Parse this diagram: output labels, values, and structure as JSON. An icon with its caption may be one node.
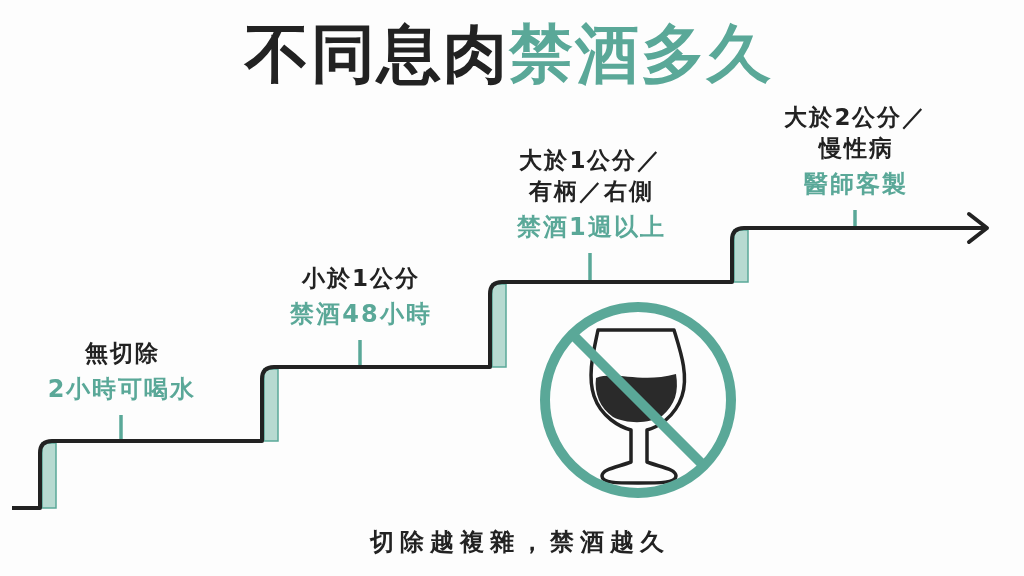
{
  "diagram": {
    "title": "不同息肉**禁酒多久**",
    "caption": "切除越複雜，禁酒越久",
    "nodes": [
      {
        "text": [
          "無切除",
          "2小時可喝水"
        ]
      },
      {
        "text": [
          "小於1公分",
          "禁酒48小時"
        ]
      },
      {
        "text": [
          "大於1公分／有柄／右側",
          "禁酒1週以上"
        ]
      },
      {
        "text": [
          "大於2公分／慢性病",
          "醫師客製"
        ]
      }
    ],
    "edges": [
      {
        "from": 0,
        "to": null,
        "arrow": "none"
      },
      {
        "from": 1,
        "to": null,
        "arrow": "none"
      },
      {
        "from": 2,
        "to": null,
        "arrow": "none"
      },
      {
        "from": 3,
        "to": null,
        "arrow": "none"
      }
    ]
  }
}
